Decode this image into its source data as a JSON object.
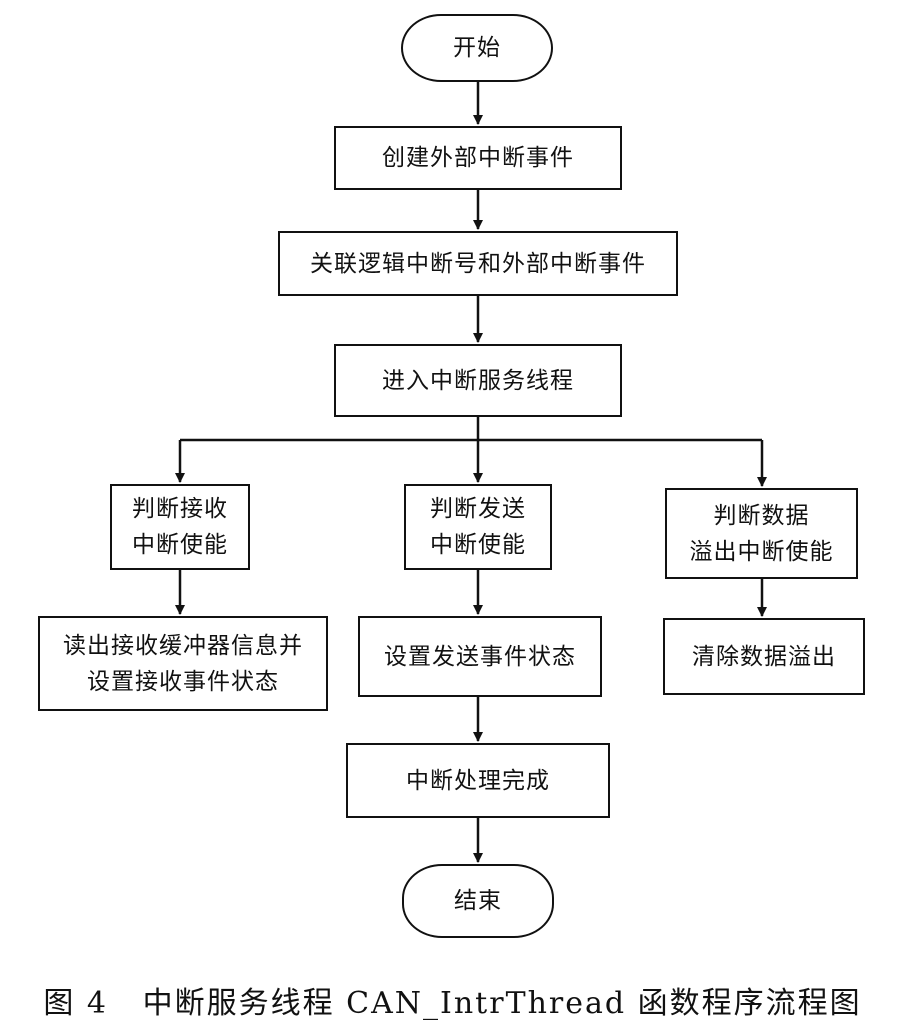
{
  "flowchart": {
    "nodes": {
      "start": "开始",
      "create_event": "创建外部中断事件",
      "associate": "关联逻辑中断号和外部中断事件",
      "enter_thread": "进入中断服务线程",
      "check_rx": "判断接收\n中断使能",
      "check_tx": "判断发送\n中断使能",
      "check_overflow": "判断数据\n溢出中断使能",
      "read_rx": "读出接收缓冲器信息并\n设置接收事件状态",
      "set_tx": "设置发送事件状态",
      "clear_overflow": "清除数据溢出",
      "done": "中断处理完成",
      "end": "结束"
    }
  },
  "caption": "图 4   中断服务线程 CAN_IntrThread 函数程序流程图"
}
